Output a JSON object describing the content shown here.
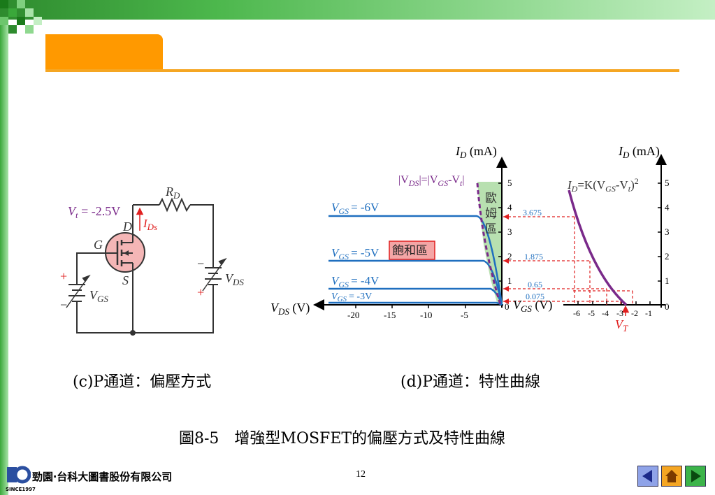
{
  "circuit": {
    "vt_label": "V",
    "vt_sub": "t",
    "vt_value": " = -2.5V",
    "rd": "R",
    "rd_sub": "D",
    "ids": "I",
    "ids_sub": "Ds",
    "d": "D",
    "g": "G",
    "s": "S",
    "vgs": "V",
    "vgs_sub": "GS",
    "vds": "V",
    "vds_sub": "DS",
    "plus": "+",
    "minus": "−"
  },
  "graph_left": {
    "y_axis_label": "I",
    "y_axis_sub": "D",
    "y_axis_unit": " (mA)",
    "x_axis_label": "V",
    "x_axis_sub": "DS",
    "x_axis_unit": " (V)",
    "x_ticks": [
      "-20",
      "-15",
      "-10",
      "-5"
    ],
    "y_ticks": [
      "5",
      "4",
      "3",
      "2",
      "1",
      "0"
    ],
    "boundary_label": "|V",
    "boundary_a": "DS",
    "boundary_b": "|=|V",
    "boundary_c": "GS",
    "boundary_d": "-V",
    "boundary_e": "t",
    "boundary_f": "|",
    "ohmic_region": [
      "歐",
      "姆",
      "區"
    ],
    "saturation_region": "飽和區",
    "curves": [
      {
        "label": "V",
        "sub": "GS",
        "value": "= -6V"
      },
      {
        "label": "V",
        "sub": "GS",
        "value": "= -5V"
      },
      {
        "label": "V",
        "sub": "GS",
        "value": "= -4V"
      },
      {
        "label": "V",
        "sub": "GS",
        "value": "= -3V"
      }
    ]
  },
  "graph_right": {
    "y_axis_label": "I",
    "y_axis_sub": "D",
    "y_axis_unit": " (mA)",
    "x_axis_label": "V",
    "x_axis_sub": "GS",
    "x_axis_unit": " (V)",
    "x_ticks": [
      "-6",
      "-5",
      "-4",
      "-3",
      "-2",
      "-1"
    ],
    "y_ticks": [
      "5",
      "4",
      "3",
      "2",
      "1",
      "0"
    ],
    "equation": "I",
    "eq_sub1": "D",
    "eq_mid": "=K(V",
    "eq_sub2": "GS",
    "eq_mid2": "-V",
    "eq_sub3": "t",
    "eq_end": ")",
    "eq_sup": "2",
    "vt_label": "V",
    "vt_sub": "T",
    "values": [
      "3.675",
      "1.875",
      "0.65",
      "0.075"
    ]
  },
  "captions": {
    "c": "(c)P通道：偏壓方式",
    "d": "(d)P通道：特性曲線",
    "figure": "圖8-5　增強型MOSFET的偏壓方式及特性曲線"
  },
  "footer": {
    "publisher": "勁園‧台科大圖書股份有限公司",
    "since": "SINCE1997",
    "page": "12"
  },
  "colors": {
    "accent": "#ff9900",
    "curve_blue": "#1f6fbf",
    "curve_purple": "#7a2a8a",
    "red": "#e02020",
    "ohmic_fill": "#b8e0b0"
  }
}
